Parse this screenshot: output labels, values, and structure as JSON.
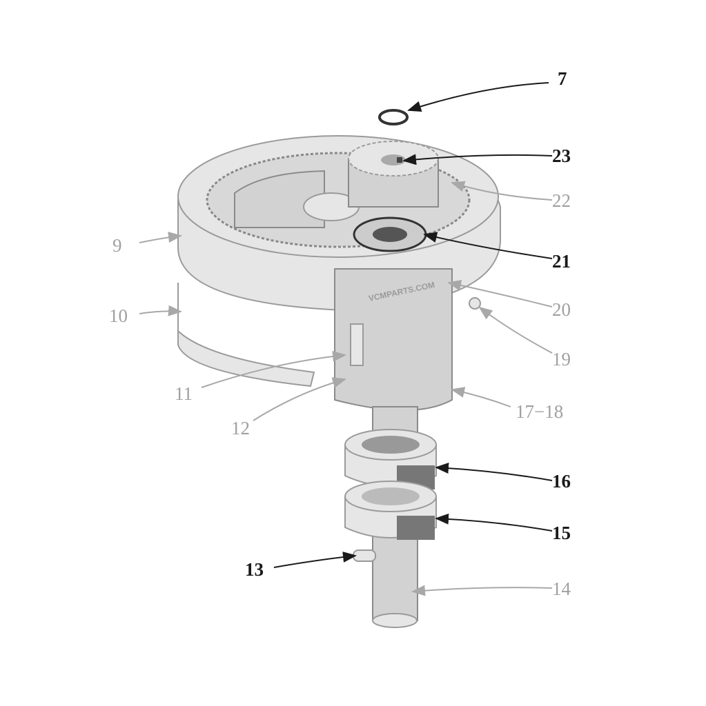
{
  "watermark": "VCMPARTS.COM",
  "labels": {
    "p7": "7",
    "p23": "23",
    "p22": "22",
    "p21": "21",
    "p20": "20",
    "p19": "19",
    "p17_18": "17−18",
    "p16": "16",
    "p15": "15",
    "p14": "14",
    "p13": "13",
    "p12": "12",
    "p11": "11",
    "p10": "10",
    "p9": "9"
  },
  "colors": {
    "highlighted_label": "#1a1a1a",
    "dimmed_label": "#a0a0a0"
  }
}
